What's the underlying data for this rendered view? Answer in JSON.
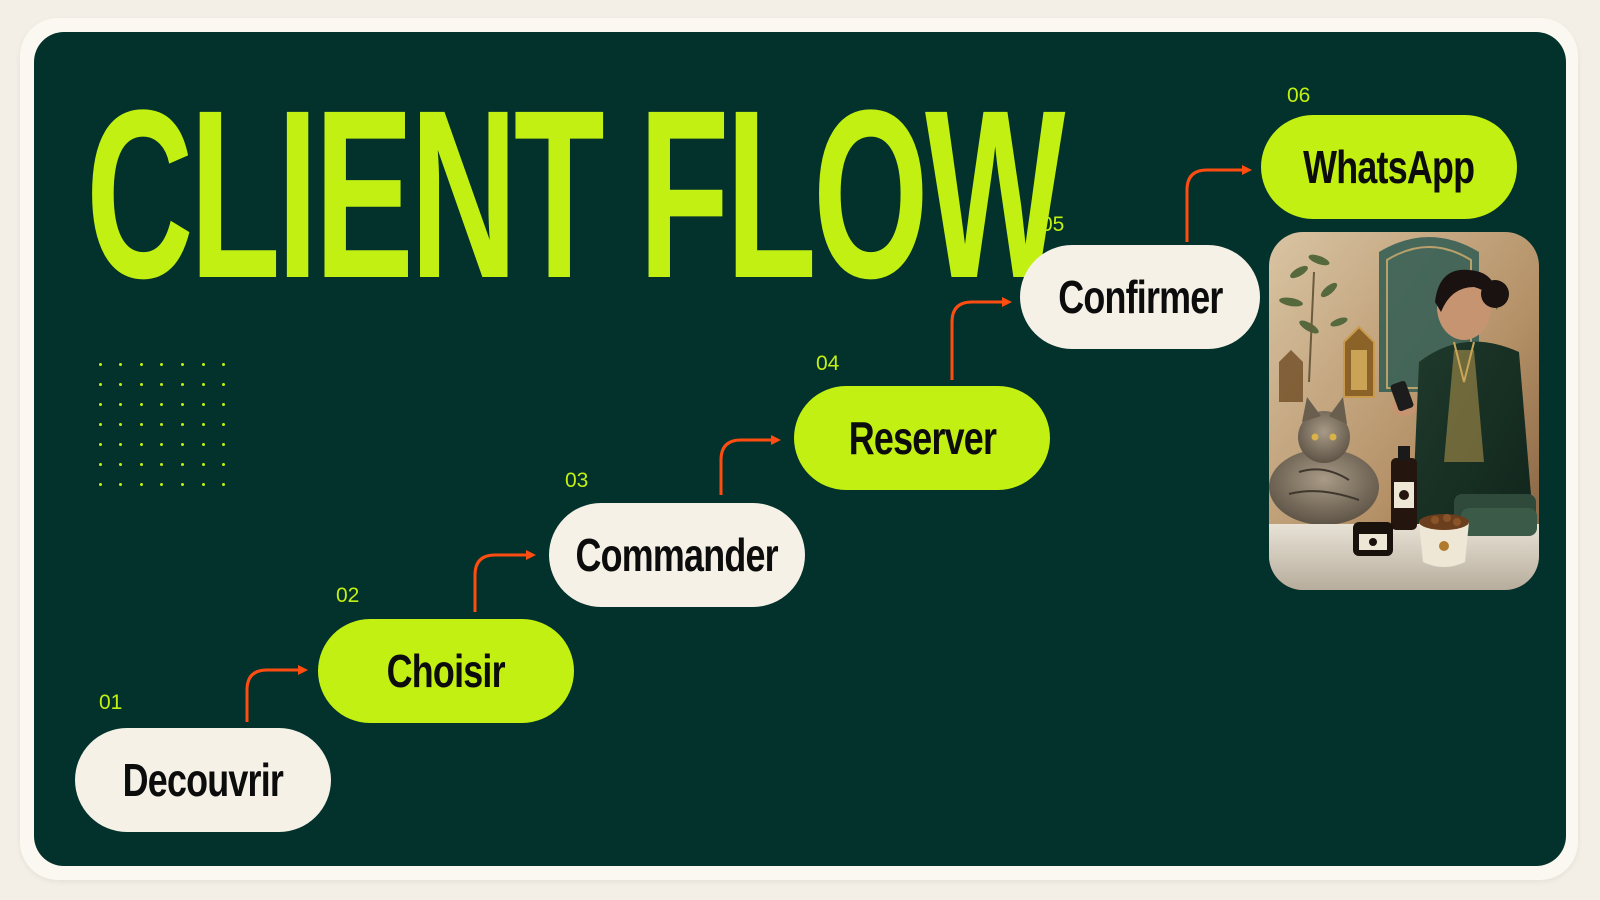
{
  "title": "CLIENT FLOW",
  "steps": [
    {
      "number": "01",
      "label": "Decouvrir"
    },
    {
      "number": "02",
      "label": "Choisir"
    },
    {
      "number": "03",
      "label": "Commander"
    },
    {
      "number": "04",
      "label": "Reserver"
    },
    {
      "number": "05",
      "label": "Confirmer"
    },
    {
      "number": "06",
      "label": "WhatsApp"
    }
  ],
  "colors": {
    "background": "#02322b",
    "accent": "#c2f012",
    "cream": "#f5f1e7",
    "arrow": "#ff4d12"
  }
}
